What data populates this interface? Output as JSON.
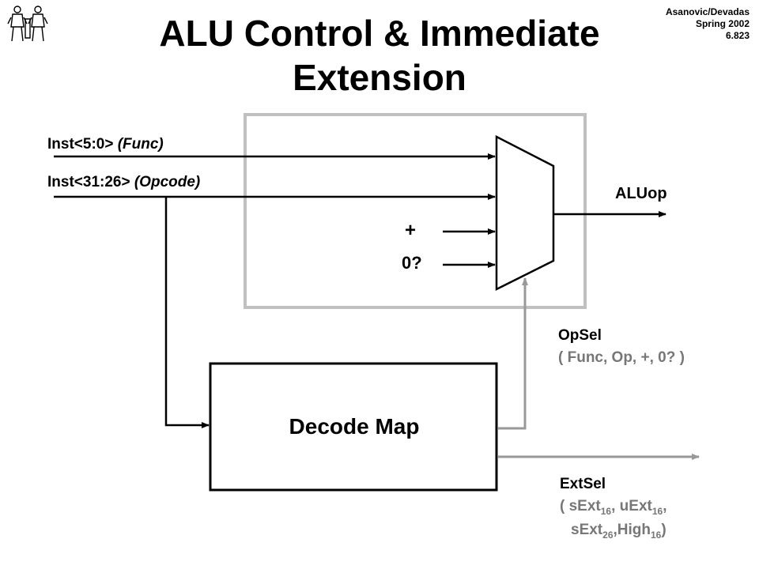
{
  "title": {
    "line1": "ALU Control & Immediate",
    "line2": "Extension"
  },
  "credits": {
    "authors": "Asanovic/Devadas",
    "term": "Spring 2002",
    "course": "6.823"
  },
  "logo": {
    "icon": "mit-figures-logo-icon"
  },
  "inputs": {
    "func": {
      "signal": "Inst<5:0>",
      "name": "(Func)"
    },
    "opcode": {
      "signal": "Inst<31:26>",
      "name": "(Opcode)"
    },
    "plus": "+",
    "zero_test": "0?"
  },
  "outputs": {
    "aluop": "ALUop"
  },
  "decode_map": "Decode Map",
  "opsel": {
    "title": "OpSel",
    "options": "( Func, Op, +, 0? )"
  },
  "extsel": {
    "title": "ExtSel",
    "open": "(",
    "opt1": "sExt",
    "opt1_sub": "16",
    "opt2": "uExt",
    "opt2_sub": "16",
    "opt3": "sExt",
    "opt3_sub": "26",
    "opt4": "High",
    "opt4_sub": "16",
    "close": ")"
  },
  "colors": {
    "line": "#000000",
    "gray_line": "#999999",
    "box_outline": "#c0c0c0",
    "gray_text": "#777777"
  }
}
